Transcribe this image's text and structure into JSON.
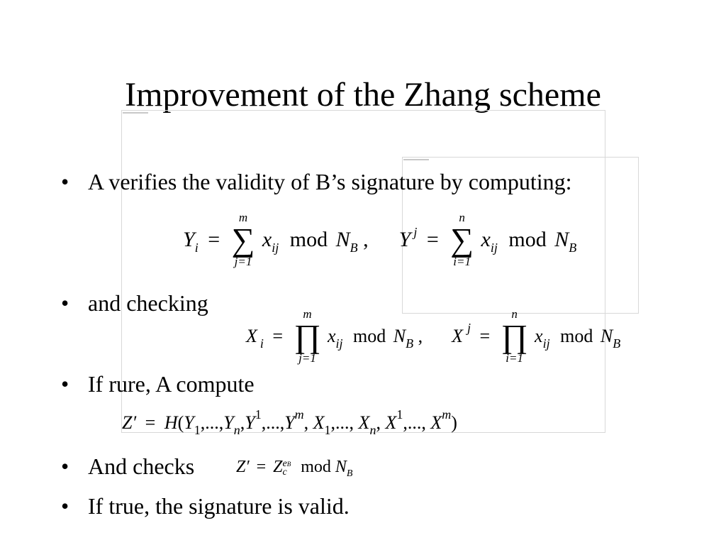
{
  "slide": {
    "title": "Improvement of the Zhang scheme",
    "bullets": [
      {
        "marker": "•",
        "text": "A verifies the validity of B’s signature by computing:"
      },
      {
        "marker": "•",
        "text": "and checking"
      },
      {
        "marker": "•",
        "text": "If rure, A compute"
      },
      {
        "marker": "•",
        "text": "And checks"
      },
      {
        "marker": "•",
        "text": "If true, the signature is valid."
      }
    ],
    "equations": {
      "sum_pair": {
        "left_lhs": "Y",
        "left_lhs_sub": "i",
        "eq": "=",
        "left_upper": "m",
        "left_lower": "j=1",
        "sum_symbol": "∑",
        "term": "x",
        "term_sub": "ij",
        "mod": "mod",
        "modulus": "N",
        "modulus_sub": "B",
        "comma": ",",
        "right_lhs": "Y",
        "right_lhs_sup": "j",
        "right_upper": "n",
        "right_lower": "i=1"
      },
      "prod_pair": {
        "left_lhs": "X",
        "left_lhs_sub": "i",
        "eq": "=",
        "left_upper": "m",
        "left_lower": "j=1",
        "prod_symbol": "∏",
        "term": "x",
        "term_sub": "ij",
        "mod": "mod",
        "modulus": "N",
        "modulus_sub": "B",
        "comma": ",",
        "right_lhs": "X",
        "right_lhs_sup": "j",
        "right_upper": "n",
        "right_lower": "i=1"
      },
      "hash": {
        "lhs": "Z′",
        "eq": "=",
        "fn": "H",
        "open": "(",
        "y_first": "Y",
        "y_first_sub": "1",
        "dots": ",...,",
        "y_last": "Y",
        "y_last_sub": "n",
        "sep": ",",
        "ys_first": "Y",
        "ys_first_sup": "1",
        "ys_last": "Y",
        "ys_last_sup": "m",
        "x_first": "X",
        "x_first_sub": "1",
        "x_last": "X",
        "x_last_sub": "n",
        "xs_first": "X",
        "xs_first_sup": "1",
        "xs_last": "X",
        "xs_last_sup": "m",
        "close": ")"
      },
      "check": {
        "lhs": "Z′",
        "eq": "=",
        "base": "Z",
        "base_sub": "c",
        "exp": "e",
        "exp_sub": "B",
        "mod": "mod",
        "modulus": "N",
        "modulus_sub": "B"
      }
    }
  }
}
